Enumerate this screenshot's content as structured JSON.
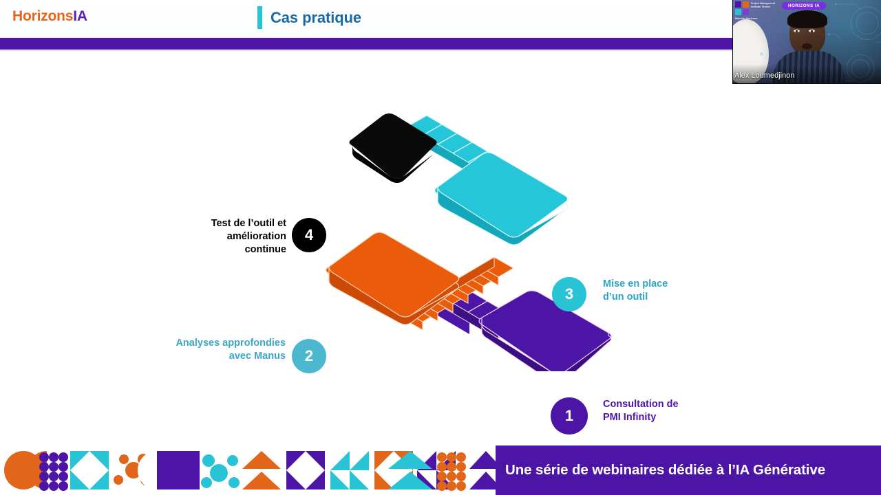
{
  "header": {
    "brand_first": "Horizons",
    "brand_second": "IA",
    "title": "Cas pratique",
    "accent_bar_color": "#29c3d6",
    "rule_color": "#4c15a5"
  },
  "diagram": {
    "type": "staircase-process",
    "steps": [
      {
        "number": "1",
        "label": "Consultation de\nPMI Infinity",
        "color": "#4c15a5",
        "label_side": "right",
        "platform": "bottom-right"
      },
      {
        "number": "2",
        "label": "Analyses approfondies\navec Manus",
        "color": "#e2661a",
        "circle_color": "#4cb8cf",
        "text_color": "#3aa7c6",
        "label_side": "left",
        "platform": "middle-left"
      },
      {
        "number": "3",
        "label": "Mise en place\nd’un outil",
        "color": "#29c3d6",
        "text_color": "#29a6c9",
        "label_side": "right",
        "platform": "middle-right"
      },
      {
        "number": "4",
        "label": "Test de l’outil et\namélioration\ncontinue",
        "color": "#000000",
        "label_side": "left",
        "platform": "top-left"
      }
    ]
  },
  "footer": {
    "banner_text": "Une série de webinaires dédiée à l’IA Générative",
    "banner_color": "#4c15a5",
    "pattern_colors": [
      "#e2661a",
      "#4c15a5",
      "#29c3d6",
      "#ffffff"
    ]
  },
  "webcam": {
    "participant_name": "Alex Loumedjinon",
    "badge_text": "HORIZONS IA",
    "logo_title": "Project\nManagement\nInstitute.\nFrance.",
    "logo_subtitle": "Branche Horizons"
  }
}
